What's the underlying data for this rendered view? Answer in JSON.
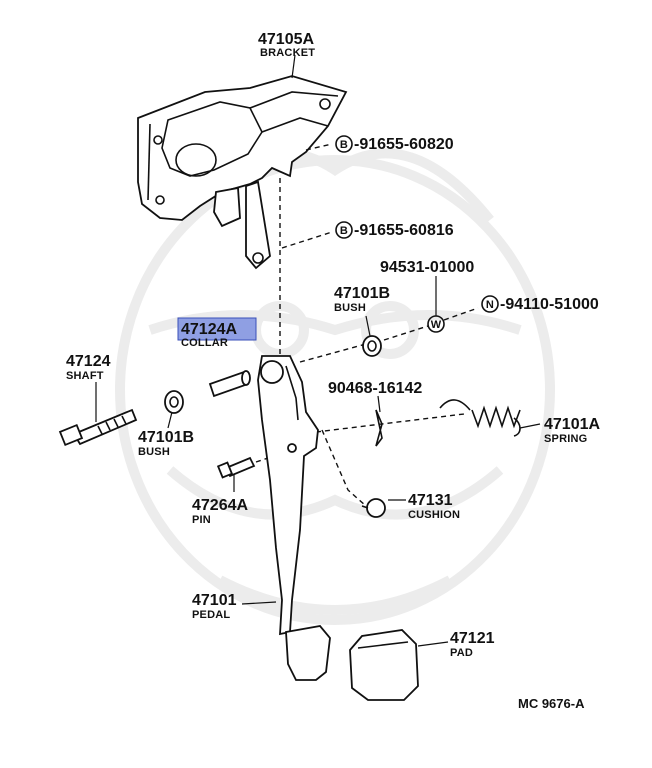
{
  "parts": {
    "bracket": {
      "number": "47105A",
      "name": "BRACKET"
    },
    "bolt_b1": {
      "marker": "B",
      "number": "-91655-60820"
    },
    "bolt_b2": {
      "marker": "B",
      "number": "-91655-60816"
    },
    "washer": {
      "marker": "W",
      "number": "94531-01000"
    },
    "nut": {
      "marker": "N",
      "number": "-94110-51000"
    },
    "bush_upper": {
      "number": "47101B",
      "name": "BUSH"
    },
    "collar": {
      "number": "47124A",
      "name": "COLLAR"
    },
    "shaft": {
      "number": "47124",
      "name": "SHAFT"
    },
    "bush_lower": {
      "number": "47101B",
      "name": "BUSH"
    },
    "clip": {
      "number": "90468-16142"
    },
    "spring": {
      "number": "47101A",
      "name": "SPRING"
    },
    "pin": {
      "number": "47264A",
      "name": "PIN"
    },
    "cushion": {
      "number": "47131",
      "name": "CUSHION"
    },
    "pedal": {
      "number": "47101",
      "name": "PEDAL"
    },
    "pad": {
      "number": "47121",
      "name": "PAD"
    }
  },
  "diagram_code": "MC 9676-A",
  "highlight_color": "#8f9fe3"
}
